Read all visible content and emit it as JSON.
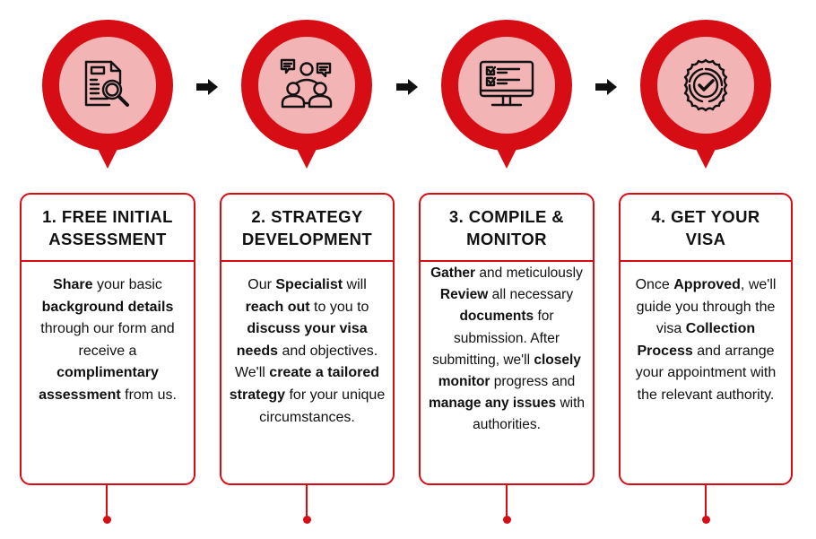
{
  "colors": {
    "accent_red": "#d60d14",
    "pin_inner_pink": "#f2b4b5",
    "text": "#111111",
    "arrow": "#111111"
  },
  "steps": [
    {
      "number": 1,
      "icon": "document-search-icon",
      "title": "1. FREE INITIAL ASSESSMENT",
      "title_lines": [
        "1. FREE INITIAL",
        "ASSESSMENT"
      ],
      "body": [
        {
          "t": "Share",
          "b": true
        },
        {
          "t": " your basic ",
          "b": false
        },
        {
          "t": "background details",
          "b": true
        },
        {
          "t": " through our form and receive a ",
          "b": false
        },
        {
          "t": "complimentary assessment",
          "b": true
        },
        {
          "t": " from us.",
          "b": false
        }
      ]
    },
    {
      "number": 2,
      "icon": "team-discussion-icon",
      "title": "2. STRATEGY DEVELOPMENT",
      "title_lines": [
        "2. STRATEGY",
        "DEVELOPMENT"
      ],
      "body": [
        {
          "t": "Our ",
          "b": false
        },
        {
          "t": "Specialist",
          "b": true
        },
        {
          "t": " will ",
          "b": false
        },
        {
          "t": "reach out",
          "b": true
        },
        {
          "t": " to you to ",
          "b": false
        },
        {
          "t": "discuss your visa needs",
          "b": true
        },
        {
          "t": " and objectives. We'll ",
          "b": false
        },
        {
          "t": "create a tailored strategy",
          "b": true
        },
        {
          "t": " for your unique circumstances.",
          "b": false
        }
      ]
    },
    {
      "number": 3,
      "icon": "monitor-checklist-icon",
      "title": "3. COMPILE & MONITOR",
      "title_lines": [
        "3. COMPILE &",
        "MONITOR"
      ],
      "body": [
        {
          "t": "Gather",
          "b": true
        },
        {
          "t": " and meticulously ",
          "b": false
        },
        {
          "t": "Review",
          "b": true
        },
        {
          "t": " all necessary ",
          "b": false
        },
        {
          "t": "documents",
          "b": true
        },
        {
          "t": " for submission. After submitting, we'll ",
          "b": false
        },
        {
          "t": "closely monitor",
          "b": true
        },
        {
          "t": " progress and ",
          "b": false
        },
        {
          "t": "manage any issues",
          "b": true
        },
        {
          "t": " with authorities.",
          "b": false
        }
      ]
    },
    {
      "number": 4,
      "icon": "approved-badge-icon",
      "title": "4. GET YOUR VISA",
      "title_lines": [
        "4. GET YOUR",
        "VISA"
      ],
      "body": [
        {
          "t": "Once ",
          "b": false
        },
        {
          "t": "Approved",
          "b": true
        },
        {
          "t": ", we'll guide you through the visa ",
          "b": false
        },
        {
          "t": "Collection Process",
          "b": true
        },
        {
          "t": " and arrange your appointment with the relevant authority.",
          "b": false
        }
      ]
    }
  ],
  "connectors": {
    "arrows_between_steps": 3,
    "arrow_icon": "right-arrow-icon"
  }
}
